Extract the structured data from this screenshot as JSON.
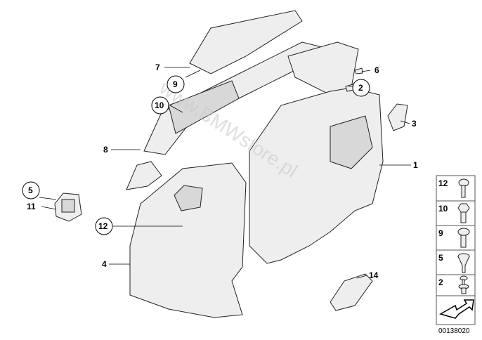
{
  "diagram": {
    "watermark": "www.BMWstore.pl",
    "drawing_number": "00138020",
    "callouts": [
      {
        "id": "c1",
        "label": "1",
        "circled": false
      },
      {
        "id": "c2",
        "label": "2",
        "circled": true
      },
      {
        "id": "c3",
        "label": "3",
        "circled": false
      },
      {
        "id": "c4",
        "label": "4",
        "circled": false
      },
      {
        "id": "c5",
        "label": "5",
        "circled": true
      },
      {
        "id": "c6",
        "label": "6",
        "circled": false
      },
      {
        "id": "c7",
        "label": "7",
        "circled": false
      },
      {
        "id": "c8",
        "label": "8",
        "circled": false
      },
      {
        "id": "c9",
        "label": "9",
        "circled": true
      },
      {
        "id": "c10",
        "label": "10",
        "circled": true
      },
      {
        "id": "c11",
        "label": "11",
        "circled": false
      },
      {
        "id": "c12",
        "label": "12",
        "circled": true
      },
      {
        "id": "c14",
        "label": "14",
        "circled": false
      }
    ],
    "fastener_legend": [
      "12",
      "10",
      "9",
      "5",
      "2"
    ]
  }
}
